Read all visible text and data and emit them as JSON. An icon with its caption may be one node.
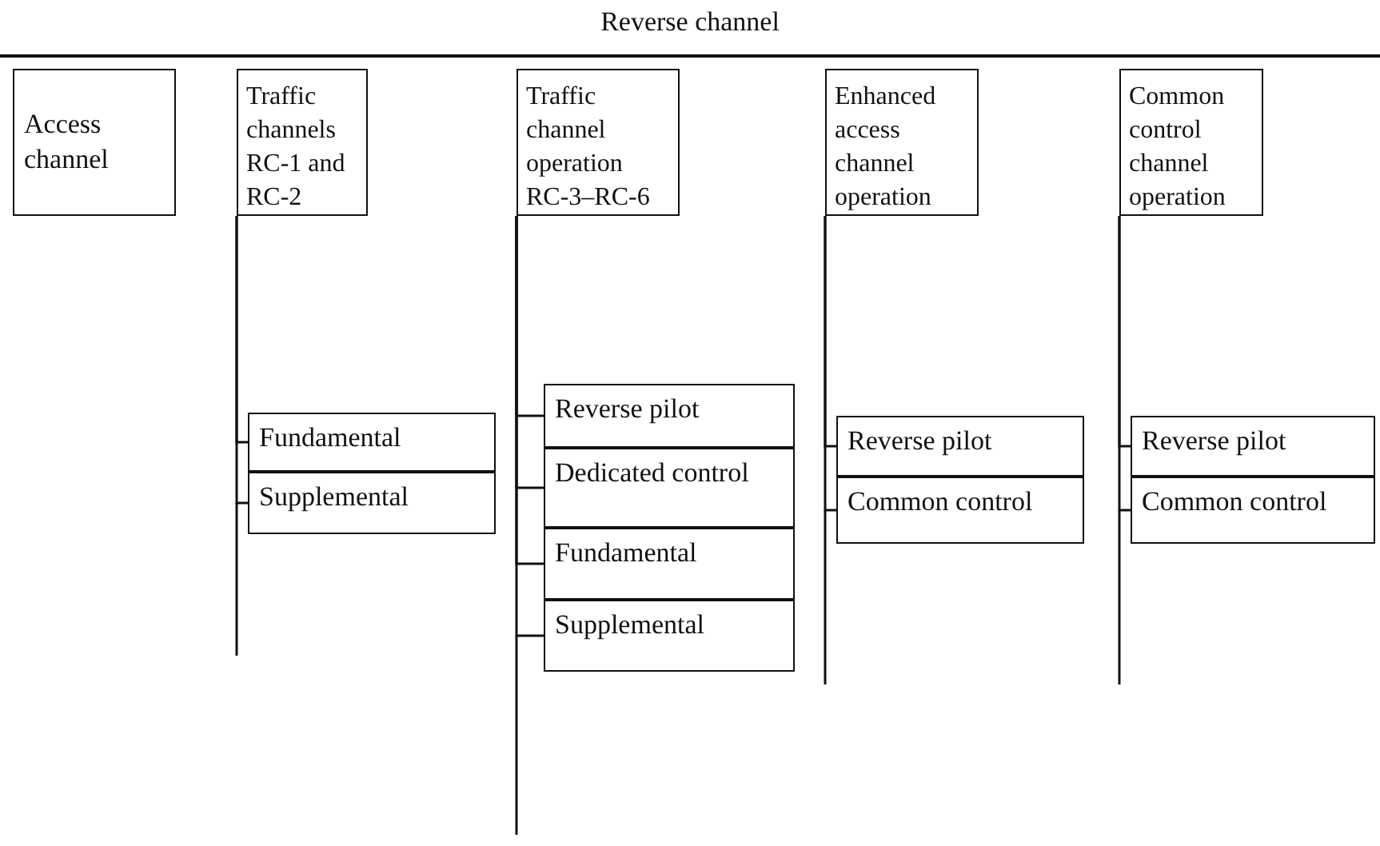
{
  "diagram": {
    "title": "Reverse channel",
    "nodes": [
      {
        "text": [
          "Access channel"
        ]
      },
      {
        "text": [
          "Traffic channels RC-1 and RC-2"
        ]
      },
      {
        "text": [
          "Fundamental"
        ]
      },
      {
        "text": [
          "Supplemental"
        ]
      },
      {
        "text": [
          "Traffic channel operation RC-3–RC-6"
        ]
      },
      {
        "text": [
          "Reverse pilot"
        ]
      },
      {
        "text": [
          "Dedicated control"
        ]
      },
      {
        "text": [
          "Fundamental"
        ]
      },
      {
        "text": [
          "Supplemental"
        ]
      },
      {
        "text": [
          "Enhanced access channel operation"
        ]
      },
      {
        "text": [
          "Reverse pilot"
        ]
      },
      {
        "text": [
          "Common control"
        ]
      },
      {
        "text": [
          "Common control channel operation"
        ]
      },
      {
        "text": [
          "Reverse pilot"
        ]
      },
      {
        "text": [
          "Common control"
        ]
      }
    ],
    "edges": [
      {
        "from": 1,
        "to": 2,
        "arrow": "none"
      },
      {
        "from": 1,
        "to": 3,
        "arrow": "none"
      },
      {
        "from": 4,
        "to": 5,
        "arrow": "none"
      },
      {
        "from": 4,
        "to": 6,
        "arrow": "none"
      },
      {
        "from": 4,
        "to": 7,
        "arrow": "none"
      },
      {
        "from": 4,
        "to": 8,
        "arrow": "none"
      },
      {
        "from": 9,
        "to": 10,
        "arrow": "none"
      },
      {
        "from": 9,
        "to": 11,
        "arrow": "none"
      },
      {
        "from": 12,
        "to": 13,
        "arrow": "none"
      },
      {
        "from": 12,
        "to": 14,
        "arrow": "none"
      }
    ]
  }
}
